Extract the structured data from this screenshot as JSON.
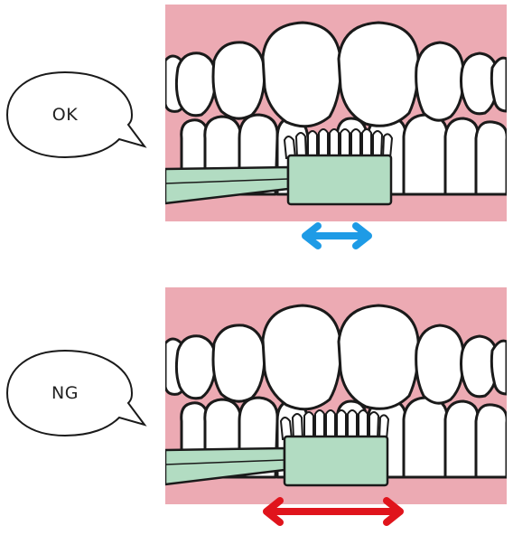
{
  "colors": {
    "gum": "#ecaab3",
    "tooth": "#ffffff",
    "outline": "#1a1a1a",
    "brush": "#b2dcc2",
    "ok_arrow": "#1e9be6",
    "ng_arrow": "#e0141c"
  },
  "rows": [
    {
      "id": "ok",
      "label": "OK",
      "arrow_color": "#1e9be6",
      "brush_stroke_span": "short"
    },
    {
      "id": "ng",
      "label": "NG",
      "arrow_color": "#e0141c",
      "brush_stroke_span": "long"
    }
  ],
  "icons": {
    "speech_bubble": "speech-bubble-icon",
    "teeth": "teeth-illustration",
    "toothbrush": "toothbrush-icon",
    "arrow": "double-arrow-icon"
  }
}
